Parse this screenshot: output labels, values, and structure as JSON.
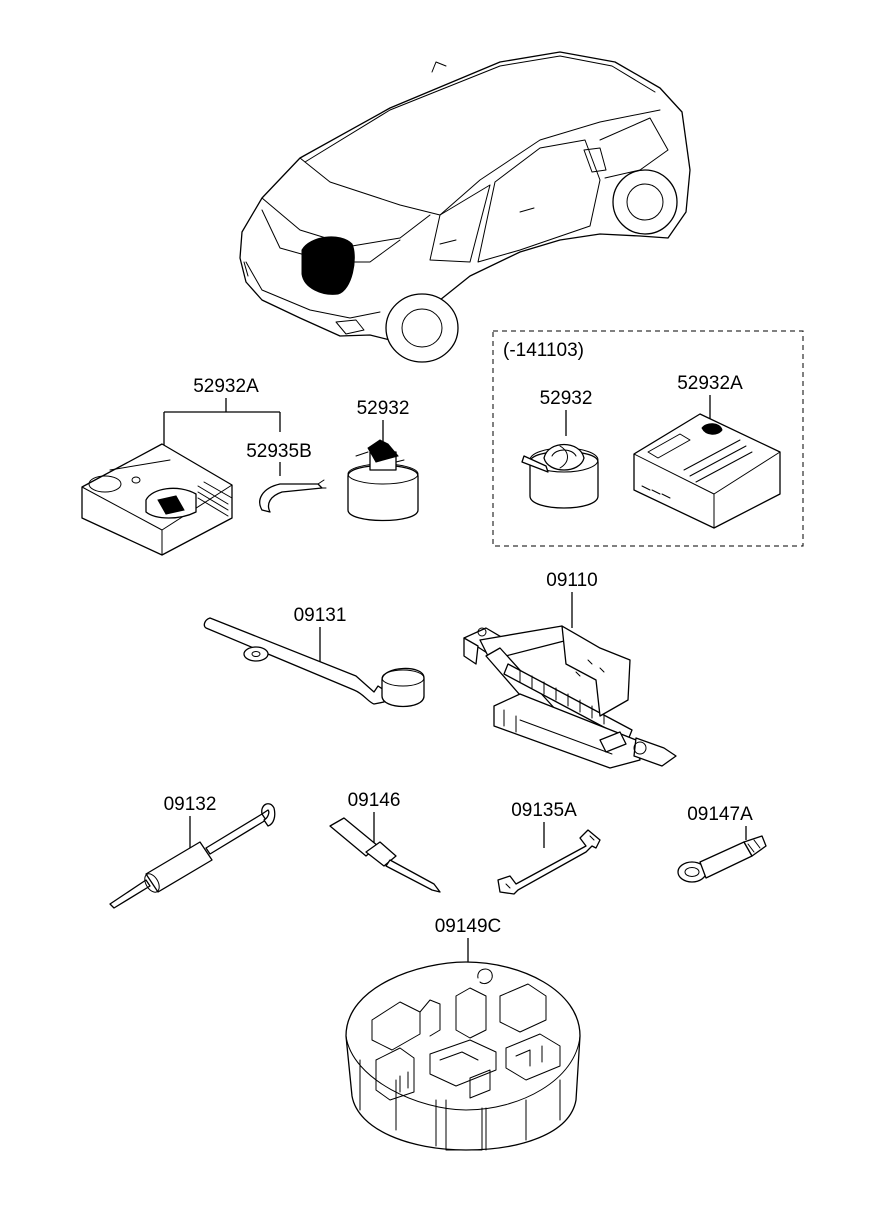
{
  "region_label": "(-141103)",
  "parts": {
    "compressor_kit_label": "52932A",
    "hose_label": "52935B",
    "sealant_label": "52932",
    "region_sealant_label": "52932",
    "region_compressor_label": "52932A",
    "jack_label": "09110",
    "wrench_label": "09131",
    "hook_tool_label": "09132",
    "screwdriver_label": "09146",
    "spanner_label": "09135A",
    "tow_hook_label": "09147A",
    "tray_label": "09149C"
  }
}
